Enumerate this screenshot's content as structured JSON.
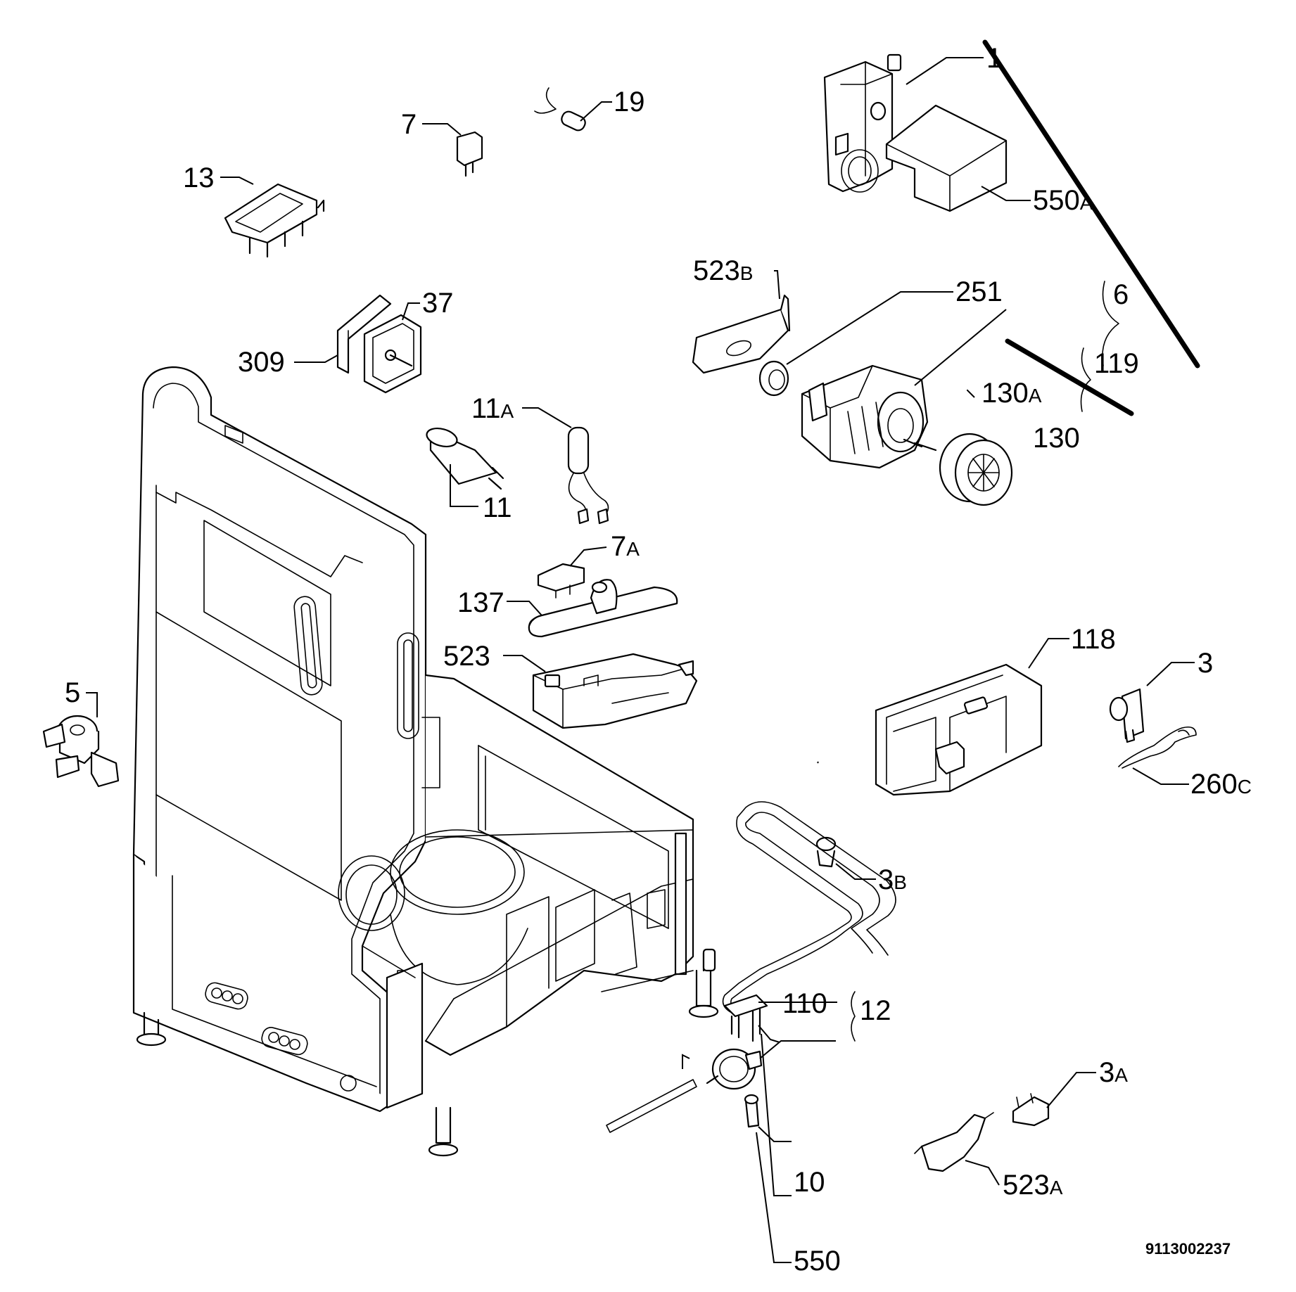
{
  "labels": {
    "p1": "1",
    "p550A": "550",
    "p550A_sfx": "A",
    "p19": "19",
    "p7": "7",
    "p13": "13",
    "p523B": "523",
    "p523B_sfx": "B",
    "p251": "251",
    "p6": "6",
    "p119": "119",
    "p130A": "130",
    "p130A_sfx": "A",
    "p130": "130",
    "p37": "37",
    "p309": "309",
    "p11A": "11",
    "p11A_sfx": "A",
    "p11": "11",
    "p7A": "7",
    "p7A_sfx": "A",
    "p137": "137",
    "p523": "523",
    "p118": "118",
    "p3": "3",
    "p260C": "260",
    "p260C_sfx": "C",
    "p5": "5",
    "p3B": "3",
    "p3B_sfx": "B",
    "p110": "110",
    "p12": "12",
    "p3A": "3",
    "p3A_sfx": "A",
    "p523A": "523",
    "p523A_sfx": "A",
    "p10": "10",
    "p550": "550"
  },
  "document_id": "9113002237",
  "icons": [
    "control-timer-icon",
    "filter-capacitor-icon",
    "microswitch-icon",
    "switch-block-icon",
    "motor-bracket-icon",
    "circulation-pump-motor-icon",
    "impeller-icon",
    "float-switch-icon",
    "relay-icon",
    "capacitor-icon",
    "salt-container-icon",
    "detergent-dispenser-icon",
    "thermostat-icon",
    "inlet-valve-icon",
    "heating-element-icon",
    "pressure-switch-icon"
  ]
}
